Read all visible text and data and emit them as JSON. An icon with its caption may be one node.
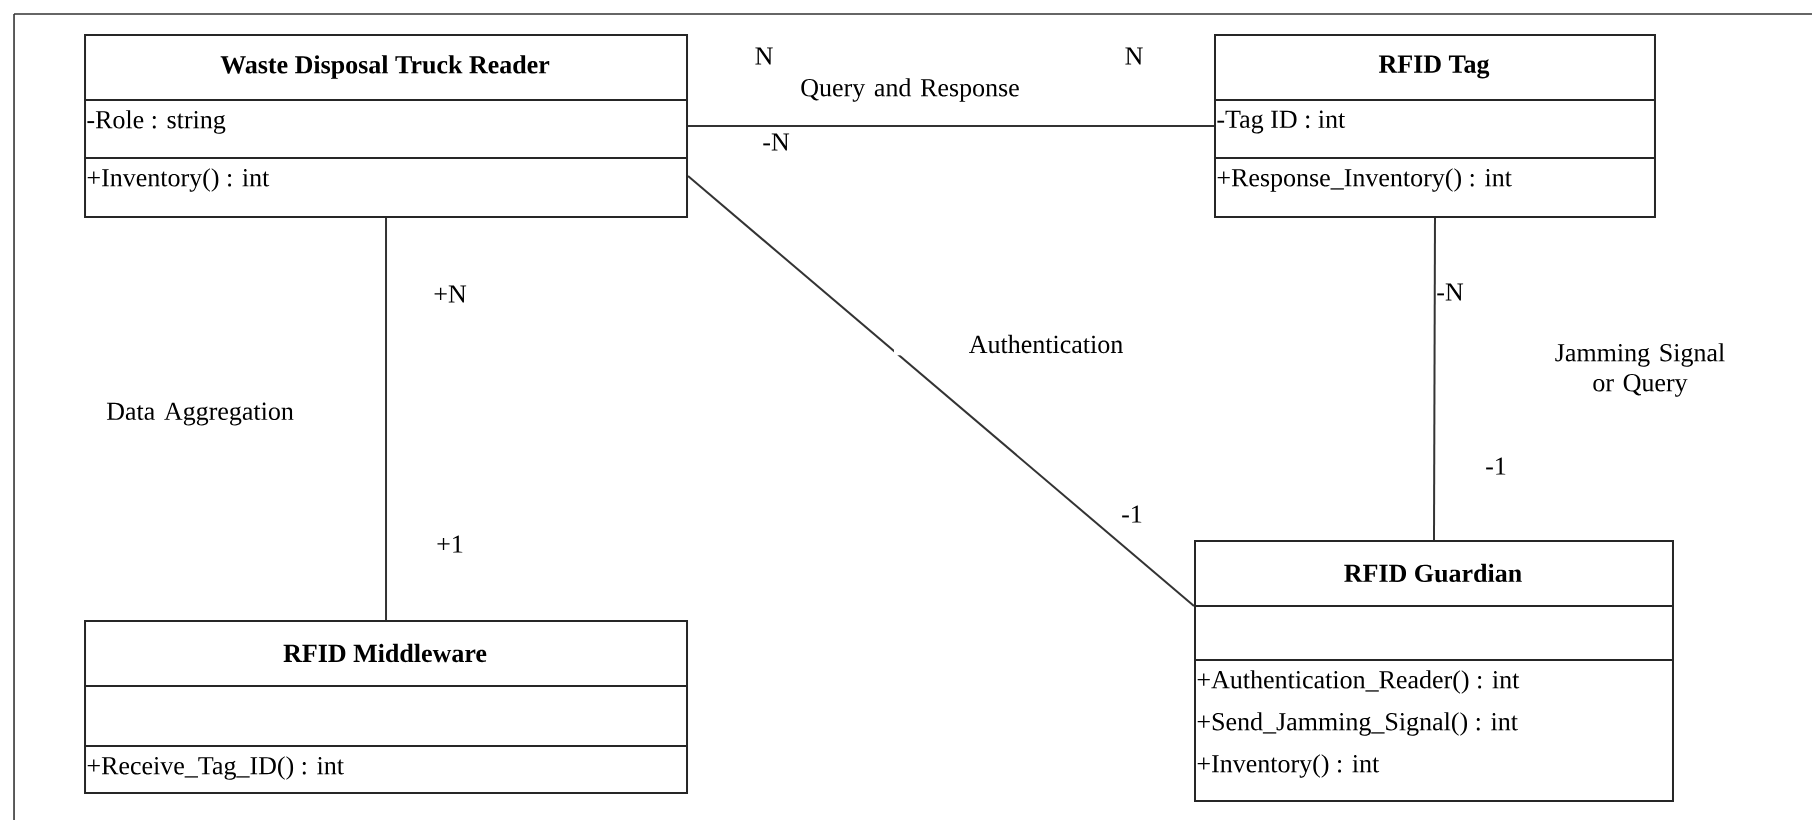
{
  "diagram": {
    "nodes": [
      {
        "text": [
          "Waste Disposal Truck Reader",
          "-Role : string",
          "+Inventory() : int"
        ]
      },
      {
        "text": [
          "RFID Tag",
          "-Tag ID : int",
          "+Response_Inventory() : int"
        ]
      },
      {
        "text": [
          "RFID Guardian",
          "+Authentication_Reader() : int",
          "+Send_Jamming_Signal() : int",
          "+Inventory() : int"
        ]
      },
      {
        "text": [
          "RFID Middleware",
          "+Receive_Tag_ID() : int"
        ]
      }
    ],
    "edges": [
      {
        "from": 0,
        "to": 1,
        "arrow": "none",
        "label": "Query and Response"
      },
      {
        "from": 0,
        "to": 3,
        "arrow": "none",
        "label": "Data Aggregation"
      },
      {
        "from": 0,
        "to": 2,
        "arrow": "none",
        "label": "Authentication"
      },
      {
        "from": 1,
        "to": 2,
        "arrow": "none",
        "label": "Jamming Signal or Query"
      }
    ],
    "labels": [
      "N",
      "N",
      "-N",
      "+N",
      "-N",
      "-1",
      "+1",
      "-1"
    ]
  }
}
